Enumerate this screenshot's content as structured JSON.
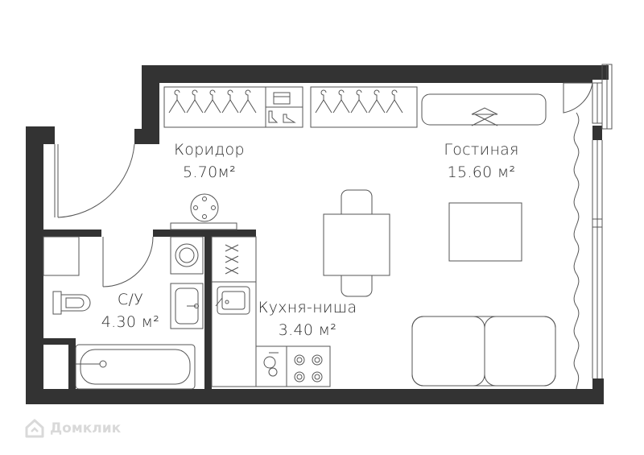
{
  "rooms": {
    "corridor": {
      "name": "Коридор",
      "area": "5.70м²"
    },
    "living": {
      "name": "Гостиная",
      "area": "15.60 м²"
    },
    "bathroom": {
      "name": "С/У",
      "area": "4.30 м²"
    },
    "kitchen": {
      "name": "Кухня-ниша",
      "area": "3.40 м²"
    }
  },
  "watermark": {
    "text": "Домклик"
  },
  "colors": {
    "wall": "#333333",
    "line": "#555555",
    "background": "#ffffff",
    "watermark": "#d9d9d9"
  }
}
